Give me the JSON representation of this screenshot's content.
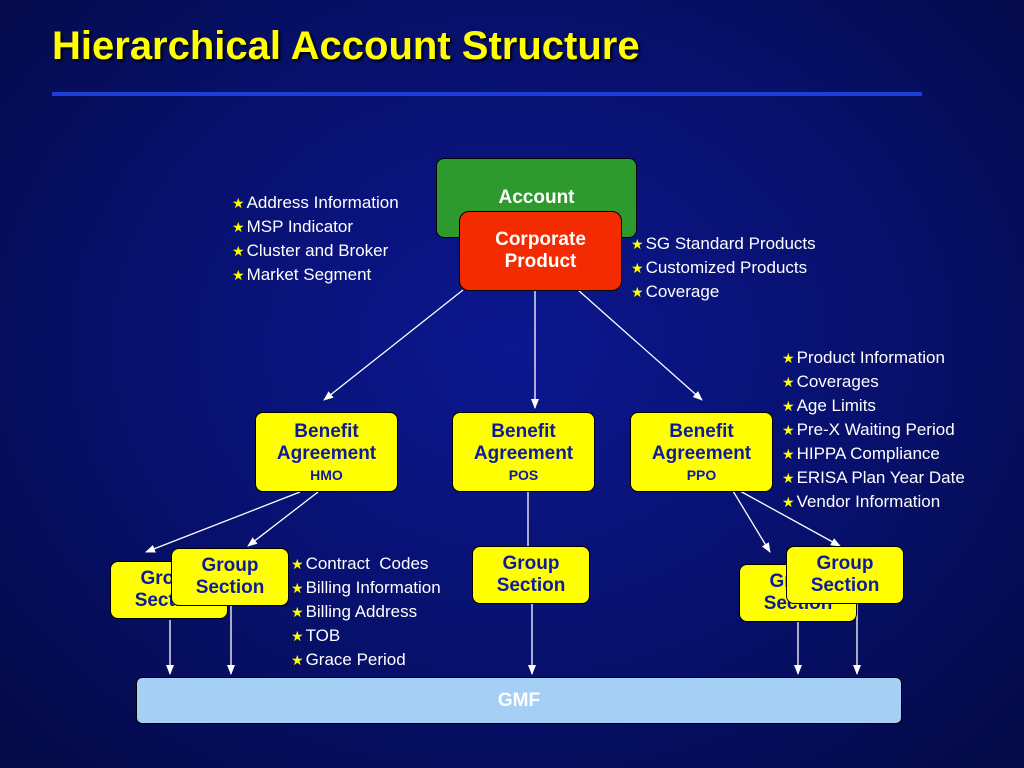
{
  "slide": {
    "title": "Hierarchical Account Structure"
  },
  "nodes": {
    "account": "Account",
    "corporate_product": [
      "Corporate",
      "Product"
    ],
    "benefit_agreements": [
      {
        "line1": "Benefit",
        "line2": "Agreement",
        "type": "HMO"
      },
      {
        "line1": "Benefit",
        "line2": "Agreement",
        "type": "POS"
      },
      {
        "line1": "Benefit",
        "line2": "Agreement",
        "type": "PPO"
      }
    ],
    "group_section": [
      "Group",
      "Section"
    ],
    "gmf": "GMF"
  },
  "bullet_lists": {
    "account_info": [
      "Address Information",
      "MSP Indicator",
      "Cluster and Broker",
      "Market Segment"
    ],
    "corporate_product_info": [
      "SG Standard Products",
      "Customized Products",
      "Coverage"
    ],
    "benefit_agreement_info": [
      "Product Information",
      "Coverages",
      "Age Limits",
      "Pre-X Waiting Period",
      "HIPPA Compliance",
      "ERISA Plan Year Date",
      "Vendor Information"
    ],
    "group_section_info": [
      "Contract  Codes",
      "Billing Information",
      "Billing Address",
      "TOB",
      "Grace Period"
    ]
  },
  "bullet_glyph": "★",
  "colors": {
    "background": "#07106a",
    "title": "#ffff00",
    "account": "#2e9a2e",
    "corporate_product": "#f42a00",
    "benefit_agreement": "#ffff00",
    "group_section": "#ffff00",
    "gmf": "#a6cff5"
  }
}
